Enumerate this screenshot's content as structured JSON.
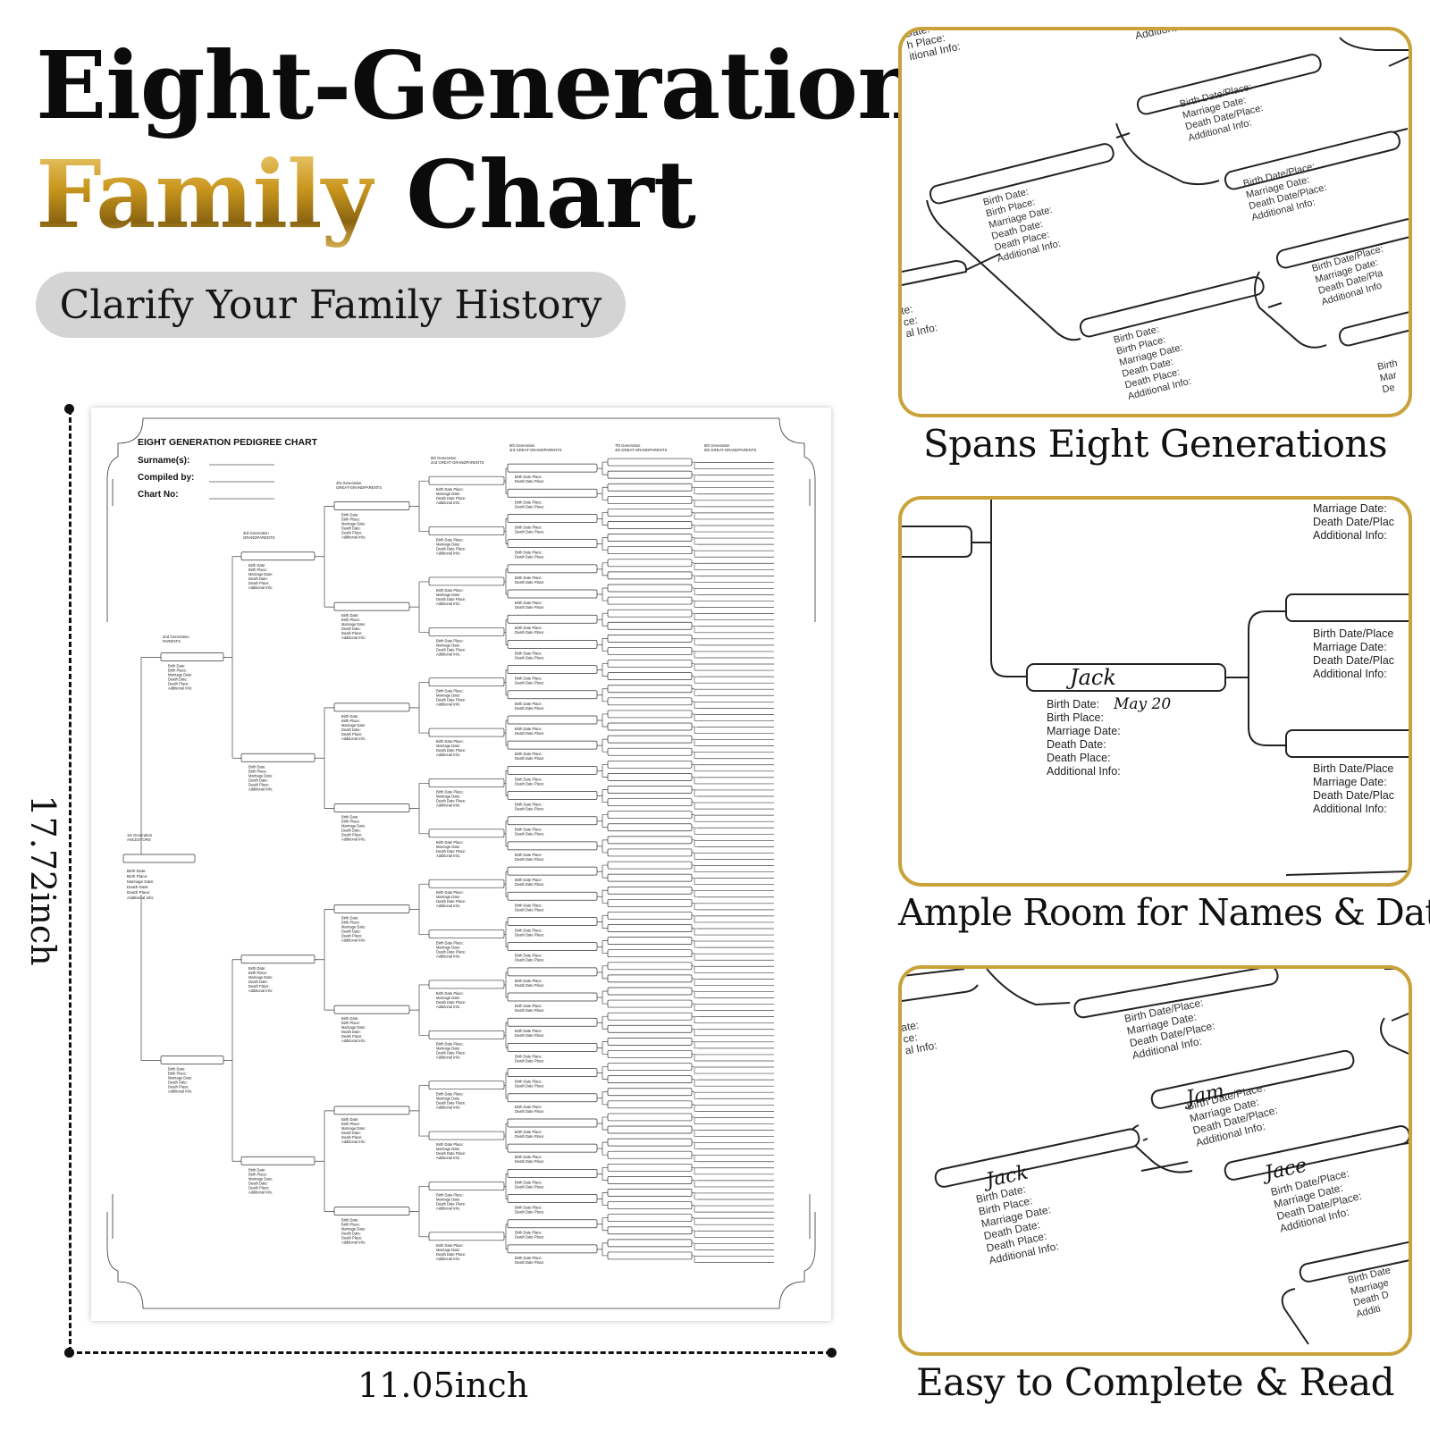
{
  "title": {
    "line1": "Eight-Generation",
    "line2_gold": "Family",
    "line2_black": "Chart"
  },
  "tagline": "Clarify Your Family History",
  "dimensions": {
    "height_label": "17.72inch",
    "width_label": "11.05inch"
  },
  "poster": {
    "header": "EIGHT GENERATION PEDIGREE CHART",
    "fields": [
      "Surname(s):",
      "Compiled by:",
      "Chart No:"
    ],
    "generation_labels": [
      "1st Generation\nANCESTORS",
      "2nd Generation\nPARENTS",
      "3rd Generation\nGRANDPARENTS",
      "4th Generation\nGREAT-GRANDPARENTS",
      "5th Generation\n2nd GREAT-GRANDPARENTS",
      "6th Generation\n3rd GREAT-GRANDPARENTS",
      "7th Generation\n4th GREAT-GRANDPARENTS",
      "8th Generation\n5th GREAT-GRANDPARENTS"
    ],
    "full_info_lines": [
      "Birth Date:",
      "Birth Place:",
      "Marriage Date:",
      "Death Date:",
      "Death Place:",
      "Additional Info:"
    ],
    "gen5_info_lines": [
      "Birth Date Place:",
      "Marriage Date:",
      "Death Date Place:",
      "Additional Info:"
    ],
    "gen6_info_lines": [
      "Birth Date Place:",
      "Death Date Place:"
    ]
  },
  "panels": [
    {
      "caption": "Spans Eight Generations",
      "texts": {
        "corner_a": [
          "Date:",
          "h Place:",
          "itional Info:"
        ],
        "corner_b": "Additional Info:",
        "box_a": [
          "Birth Date/Place:",
          "Marriage Date:",
          "Death Date/Place:",
          "Additional Info:"
        ],
        "box_b": [
          "Birth Date:",
          "Birth Place:",
          "Marriage Date:",
          "Death Date:",
          "Death Place:",
          "Additional Info:"
        ],
        "box_c": [
          "Birth Date/Place:",
          "Marriage Date:",
          "Death Date/Place:",
          "Additional Info:"
        ],
        "box_d": [
          "Birth Date/Place:",
          "Marriage Date:",
          "Death Date/Pla",
          "Additional Info"
        ],
        "box_e": [
          "Birth Date:",
          "Birth Place:",
          "Marriage Date:",
          "Death Date:",
          "Death Place:",
          "Additional Info:"
        ],
        "left_edge": [
          "te:",
          "ce:",
          "al Info:"
        ],
        "right_edge": [
          "Birth",
          "Mar",
          "De"
        ]
      }
    },
    {
      "caption": "Ample Room for Names & Dates",
      "texts": {
        "name": "Jack",
        "birth_value": "May 20",
        "main_lines": [
          "Birth Date:",
          "Birth Place:",
          "Marriage Date:",
          "Death Date:",
          "Death Place:",
          "Additional Info:"
        ],
        "top_right": [
          "Marriage Date:",
          "Death Date/Plac",
          "Additional Info:"
        ],
        "mid_right": [
          "Birth Date/Place",
          "Marriage Date:",
          "Death Date/Plac",
          "Additional Info:"
        ],
        "low_right": [
          "Birth Date/Place",
          "Marriage Date:",
          "Death Date/Plac",
          "Additional Info:"
        ]
      }
    },
    {
      "caption": "Easy to Complete & Read",
      "texts": {
        "names": [
          "Jam",
          "Jack",
          "Jace"
        ],
        "box_top": [
          "Birth Date/Place:",
          "Marriage Date:",
          "Death Date/Place:",
          "Additional Info:"
        ],
        "box_jam": [
          "Birth Date/Place:",
          "Marriage Date:",
          "Death Date/Place:",
          "Additional Info:"
        ],
        "box_jack": [
          "Birth Date:",
          "Birth Place:",
          "Marriage Date:",
          "Death Date:",
          "Death Place:",
          "Additional Info:"
        ],
        "box_jace": [
          "Birth Date/Place:",
          "Marriage Date:",
          "Death Date/Place:",
          "Additional Info:"
        ],
        "left_edge": [
          "ate:",
          "ce:",
          "al Info:"
        ],
        "right_bottom": [
          "Birth Date",
          "Marriage",
          "Death D",
          "Additi"
        ]
      }
    }
  ],
  "colors": {
    "gold": "#c9a33a",
    "pill": "#d4d4d4",
    "text": "#111111"
  }
}
